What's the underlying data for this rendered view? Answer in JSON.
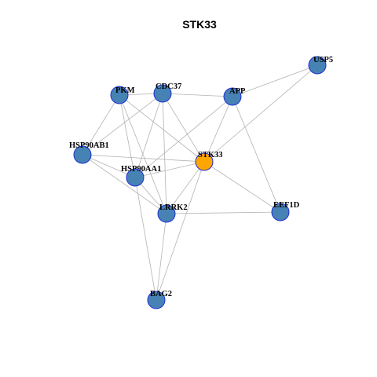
{
  "title": "STK33",
  "colors": {
    "node_default": "#4682B4",
    "node_highlight": "#FFA500",
    "node_border": "#1F2ED6",
    "edge": "#B3B3B3"
  },
  "graph": {
    "nodes": [
      {
        "id": "USP5",
        "label": "USP5",
        "highlight": false
      },
      {
        "id": "PKM",
        "label": "PKM",
        "highlight": false
      },
      {
        "id": "CDC37",
        "label": "CDC37",
        "highlight": false
      },
      {
        "id": "APP",
        "label": "APP",
        "highlight": false
      },
      {
        "id": "HSP90AB1",
        "label": "HSP90AB1",
        "highlight": false
      },
      {
        "id": "STK33",
        "label": "STK33",
        "highlight": true
      },
      {
        "id": "HSP90AA1",
        "label": "HSP90AA1",
        "highlight": false
      },
      {
        "id": "LRRK2",
        "label": "LRRK2",
        "highlight": false
      },
      {
        "id": "EEF1D",
        "label": "EEF1D",
        "highlight": false
      },
      {
        "id": "BAG2",
        "label": "BAG2",
        "highlight": false
      }
    ],
    "edges": [
      [
        "USP5",
        "APP"
      ],
      [
        "USP5",
        "STK33"
      ],
      [
        "PKM",
        "CDC37"
      ],
      [
        "PKM",
        "HSP90AB1"
      ],
      [
        "PKM",
        "STK33"
      ],
      [
        "PKM",
        "HSP90AA1"
      ],
      [
        "PKM",
        "LRRK2"
      ],
      [
        "CDC37",
        "APP"
      ],
      [
        "CDC37",
        "HSP90AB1"
      ],
      [
        "CDC37",
        "STK33"
      ],
      [
        "CDC37",
        "HSP90AA1"
      ],
      [
        "CDC37",
        "LRRK2"
      ],
      [
        "APP",
        "STK33"
      ],
      [
        "APP",
        "HSP90AA1"
      ],
      [
        "APP",
        "EEF1D"
      ],
      [
        "HSP90AB1",
        "STK33"
      ],
      [
        "HSP90AB1",
        "HSP90AA1"
      ],
      [
        "HSP90AB1",
        "LRRK2"
      ],
      [
        "STK33",
        "HSP90AA1"
      ],
      [
        "STK33",
        "LRRK2"
      ],
      [
        "STK33",
        "EEF1D"
      ],
      [
        "STK33",
        "BAG2"
      ],
      [
        "HSP90AA1",
        "LRRK2"
      ],
      [
        "HSP90AA1",
        "BAG2"
      ],
      [
        "LRRK2",
        "EEF1D"
      ],
      [
        "LRRK2",
        "BAG2"
      ]
    ]
  }
}
